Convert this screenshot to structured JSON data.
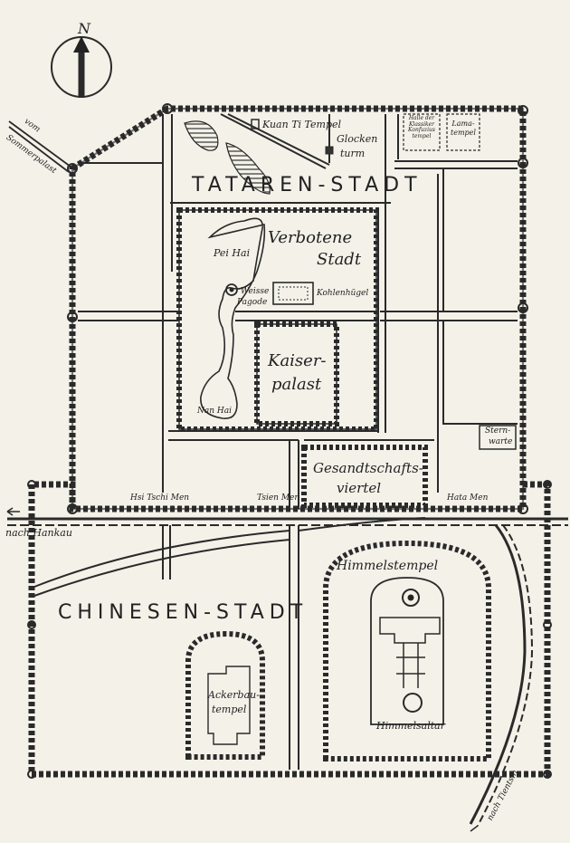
{
  "compass": {
    "letter": "N"
  },
  "districts": {
    "tataren": "TATAREN-STADT",
    "chinesen": "CHINESEN-STADT"
  },
  "areas": {
    "verbotene_1": "Verbotene",
    "verbotene_2": "Stadt",
    "kaiser_1": "Kaiser-",
    "kaiser_2": "palast",
    "gesandt_1": "Gesandtschafts-",
    "gesandt_2": "viertel"
  },
  "places": {
    "kuan_ti": "Kuan Ti Tempel",
    "glocken_1": "Glocken",
    "glocken_2": "turm",
    "konfuzius": "Halle der Klassiker Konfuzius tempel",
    "lama": "Lama-tempel",
    "pei_hai": "Pei Hai",
    "weisse_1": "Weisse",
    "weisse_2": "Pagode",
    "kohlenhuegel": "Kohlenhügel",
    "nan_hai": "Nan Hai",
    "stern_1": "Stern-",
    "stern_2": "warte",
    "himmelstempel": "Himmelstempel",
    "himmelsaltar": "Himmelsaltar",
    "acker_1": "Ackerbau-",
    "acker_2": "tempel"
  },
  "gates": {
    "hsi_tschi": "Hsi Tschi Men",
    "tsien": "Tsien Men",
    "hata": "Hata Men"
  },
  "directions": {
    "sommerpalast_1": "vom",
    "sommerpalast_2": "Sommerpalast",
    "hankau": "nach Hankau",
    "tientsin": "nach Tientsin"
  }
}
